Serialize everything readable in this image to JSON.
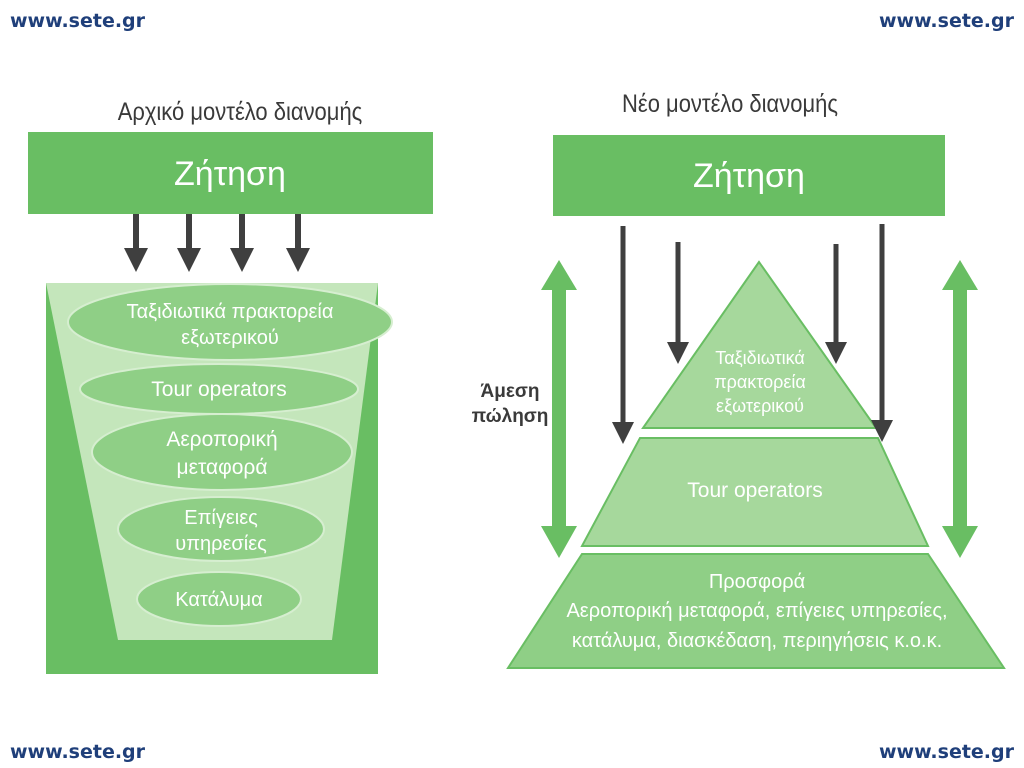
{
  "corner_links": {
    "top_left": "www.sete.gr",
    "top_right": "www.sete.gr",
    "bottom_left": "www.sete.gr",
    "bottom_right": "www.sete.gr"
  },
  "left_model": {
    "title": "Αρχικό μοντέλο διανομής",
    "demand": "Ζήτηση",
    "levels": [
      {
        "line1": "Ταξιδιωτικά πρακτορεία",
        "line2": "εξωτερικού"
      },
      {
        "line1": "Tour operators",
        "line2": ""
      },
      {
        "line1": "Αεροπορική",
        "line2": "μεταφορά"
      },
      {
        "line1": "Επίγειες",
        "line2": "υπηρεσίες"
      },
      {
        "line1": "Κατάλυμα",
        "line2": ""
      }
    ]
  },
  "right_model": {
    "title": "Νέο μοντέλο διανομής",
    "demand": "Ζήτηση",
    "direct_sale": {
      "line1": "Άμεση",
      "line2": "πώληση"
    },
    "top": {
      "line1": "Ταξιδιωτικά",
      "line2": "πρακτορεία",
      "line3": "εξωτερικού"
    },
    "middle": "Tour operators",
    "bottom": {
      "line1": "Προσφορά",
      "line2": "Αεροπορική μεταφορά, επίγειες υπηρεσίες,",
      "line3": "κατάλυμα, διασκέδαση, περιηγήσεις κ.ο.κ."
    }
  },
  "colors": {
    "green_dark": "#69be63",
    "green_mid": "#8fcf86",
    "green_light": "#c4e6bb",
    "arrow_dark": "#3f3f3f",
    "link_blue": "#1f3f7a"
  }
}
